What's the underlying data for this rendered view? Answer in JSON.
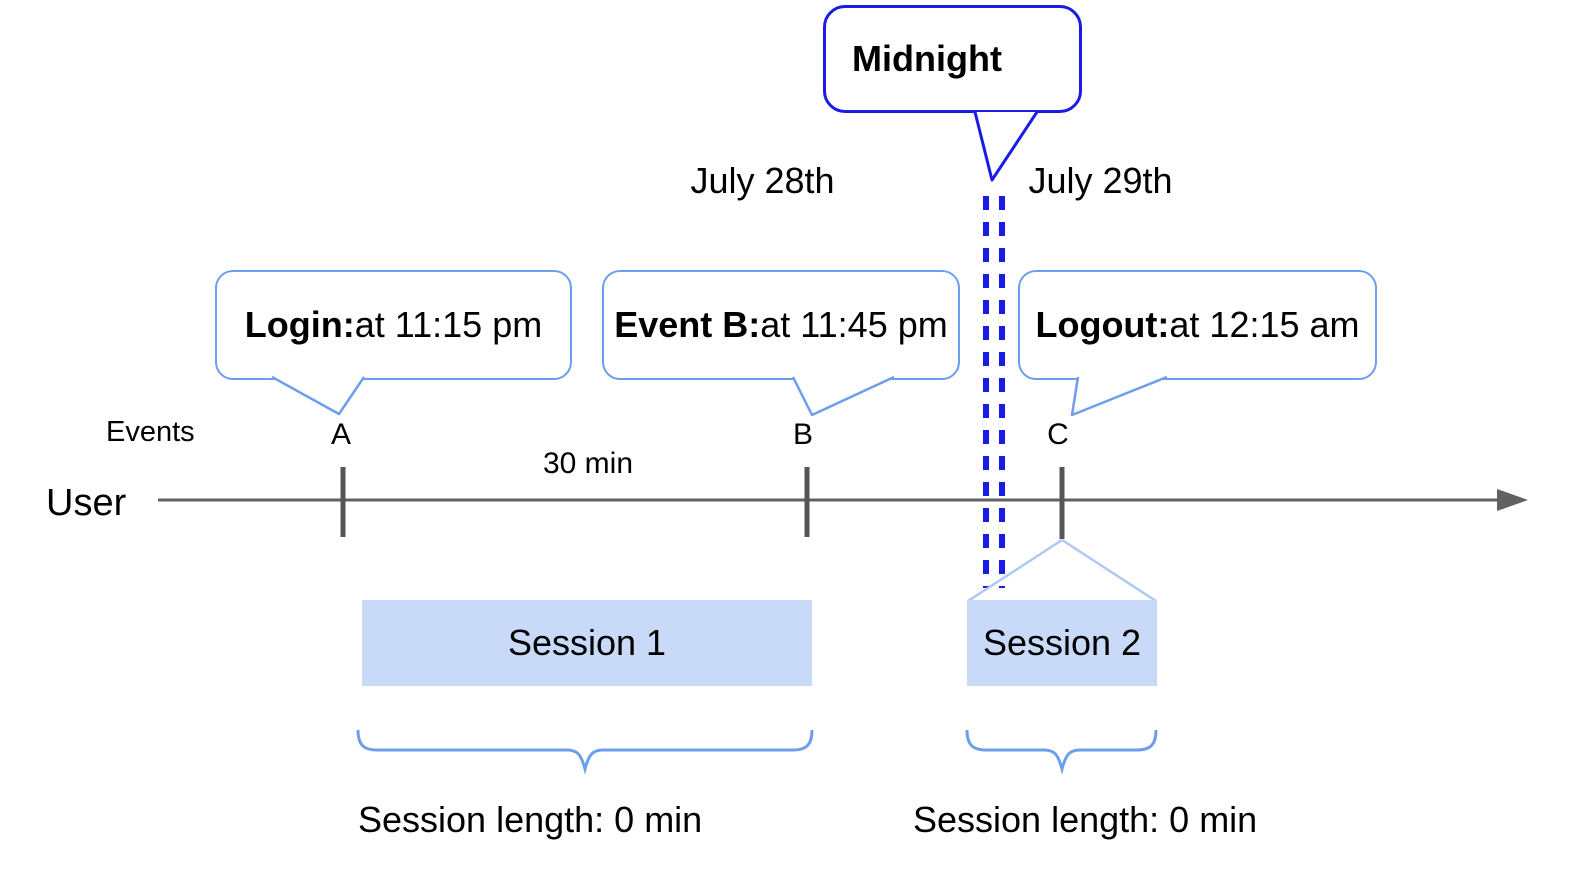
{
  "diagram": {
    "midnight_label": "Midnight",
    "date_left": "July 28th",
    "date_right": "July 29th",
    "events_label": "Events",
    "user_label": "User",
    "interval_label": "30 min",
    "markers": {
      "a": "A",
      "b": "B",
      "c": "C"
    },
    "bubbles": {
      "login": {
        "label": "Login:",
        "text": "at 11:15 pm"
      },
      "event_b": {
        "label": "Event B:",
        "text": "at 11:45 pm"
      },
      "logout": {
        "label": "Logout:",
        "text": "at 12:15 am"
      }
    },
    "sessions": {
      "s1": {
        "name": "Session 1",
        "length": "Session length: 0 min"
      },
      "s2": {
        "name": "Session 2",
        "length": "Session length: 0 min"
      }
    }
  },
  "colors": {
    "accent_blue": "#1b1be8",
    "bubble_border_blue": "#6d9eeb",
    "session_fill": "#c9daf8",
    "roof_line": "#b0c8f5",
    "axis_gray": "#616161",
    "text": "#000000"
  }
}
